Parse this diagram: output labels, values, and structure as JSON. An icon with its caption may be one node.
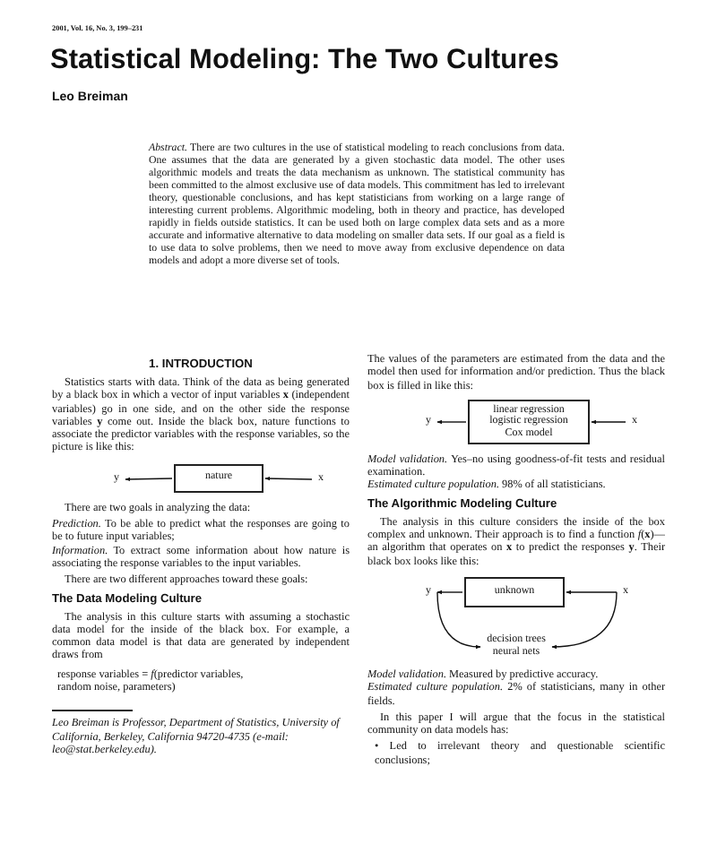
{
  "diagram": {
    "title": "Statistical Modeling: The Two Cultures",
    "nodes": [
      {
        "text": [
          "nature"
        ]
      },
      {
        "text": [
          "y"
        ]
      },
      {
        "text": [
          "x"
        ]
      },
      {
        "text": [
          "linear regression",
          "logistic regression",
          "Cox model"
        ]
      },
      {
        "text": [
          "y"
        ]
      },
      {
        "text": [
          "x"
        ]
      },
      {
        "text": [
          "unknown"
        ]
      },
      {
        "text": [
          "y"
        ]
      },
      {
        "text": [
          "x"
        ]
      },
      {
        "text": [
          "decision trees",
          "neural nets"
        ]
      }
    ],
    "edges": [
      {
        "from": 0,
        "to": 1,
        "arrow": "to"
      },
      {
        "from": 2,
        "to": 0,
        "arrow": "to"
      },
      {
        "from": 3,
        "to": 4,
        "arrow": "to"
      },
      {
        "from": 5,
        "to": 3,
        "arrow": "to"
      },
      {
        "from": 6,
        "to": 7,
        "arrow": "to"
      },
      {
        "from": 8,
        "to": 6,
        "arrow": "to"
      },
      {
        "from": 7,
        "to": 9,
        "arrow": "to"
      },
      {
        "from": 8,
        "to": 9,
        "arrow": "to"
      }
    ],
    "labels": [
      "2001, Vol. 16, No. 3, 199–231",
      "Leo Breiman",
      "*Abstract.* There are two cultures in the use of statistical modeling to reach conclusions from data. One assumes that the data are generated by a given stochastic data model. The other uses algorithmic models and treats the data mechanism as unknown. The statistical community has been committed to the almost exclusive use of data models. This commitment has led to irrelevant theory, questionable conclusions, and has kept statisticians from working on a large range of interesting current problems. Algorithmic modeling, both in theory and practice, has developed rapidly in fields outside statistics. It can be used both on large complex data sets and as a more accurate and informative alternative to data modeling on smaller data sets. If our goal as a field is to use data to solve problems, then we need to move away from exclusive dependence on data models and adopt a more diverse set of tools.",
      "1. INTRODUCTION",
      "Statistics starts with data. Think of the data as being generated by a black box in which a vector of input variables **x** (independent variables) go in one side, and on the other side the response variables **y** come out. Inside the black box, nature functions to associate the predictor variables with the response variables, so the picture is like this:",
      "There are two goals in analyzing the data:",
      "*Prediction.* To be able to predict what the responses are going to be to future input variables;",
      "*Information.* To extract some information about how nature is associating the response variables to the input variables.",
      "There are two different approaches toward these goals:",
      "The Data Modeling Culture",
      "The analysis in this culture starts with assuming a stochastic data model for the inside of the black box. For example, a common data model is that data are generated by independent draws from",
      "response variables = *f*(predictor variables, random noise, parameters)",
      "Leo Breiman is Professor, Department of Statistics, University of California, Berkeley, California 94720-4735 (e-mail: leo@stat.berkeley.edu).",
      "The values of the parameters are estimated from the data and the model then used for information and/or prediction. Thus the black box is filled in like this:",
      "*Model validation.* Yes–no using goodness-of-fit tests and residual examination.",
      "*Estimated culture population.* 98% of all statisticians.",
      "The Algorithmic Modeling Culture",
      "The analysis in this culture considers the inside of the box complex and unknown. Their approach is to find a function *f*(**x**)—an algorithm that operates on **x** to predict the responses **y**. Their black box looks like this:",
      "*Model validation.* Measured by predictive accuracy.",
      "*Estimated culture population.* 2% of statisticians, many in other fields.",
      "In this paper I will argue that the focus in the statistical community on data models has:",
      "• Led to irrelevant theory and questionable scientific conclusions;"
    ]
  }
}
